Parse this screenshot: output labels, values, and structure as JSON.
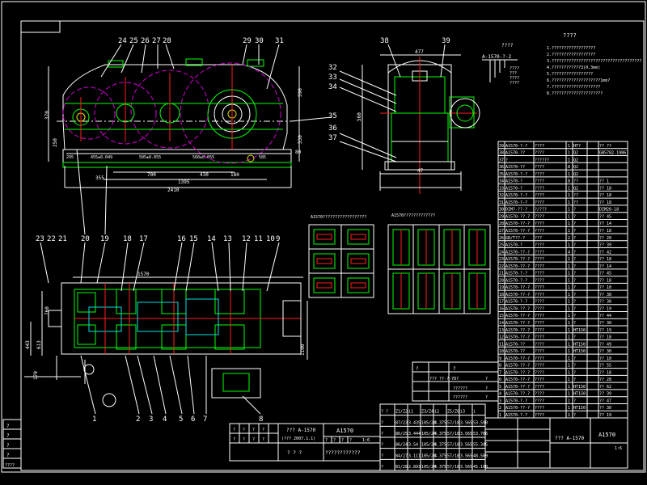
{
  "drawing": {
    "title_block_center": {
      "name": "??? A-1570",
      "sub": "(??? 2007.1.1)",
      "code": "A1570",
      "company": "????????????",
      "tiny_labels": [
        "?",
        "?",
        "?",
        "?",
        "?",
        "?",
        "?",
        "?",
        "?",
        "?",
        "?",
        "?"
      ],
      "scale": "1:6",
      "bottom": "? ? ?"
    },
    "title_block_right": {
      "name": "??? A-1570",
      "code": "A1570",
      "scale": "1:6"
    },
    "spec_header": "????",
    "spec_code": "A-1570-?-2",
    "spec_labels": [
      "????",
      "???",
      "????",
      "????"
    ],
    "tech_title": "????",
    "tech_notes": [
      "1.??????????????????",
      "2.??????????????????",
      "3.?????????????????????????????????????",
      "4.????????????3(0,3mm)",
      "5.?????????????????",
      "6.????????????????????1mm?",
      "7.????????????????????",
      "8.?????????????????????"
    ],
    "mid_table_title": "A1570-????????????",
    "mid_table": {
      "rows": [
        [
          "?",
          "?"
        ],
        [
          "??? ??-?-70?",
          "?"
        ],
        [
          "??????",
          "?"
        ],
        [
          "??????",
          "?"
        ]
      ]
    },
    "gear_table": {
      "headers": [
        "? ?",
        "Z1/Z2",
        "i1",
        "Z3/Z4",
        "i2",
        "Z5/Z6",
        "i3",
        "i"
      ],
      "rows": [
        [
          "?",
          "87/23",
          "3.435",
          "105/24",
          "4.375",
          "57/18",
          "3.565",
          "53.590"
        ],
        [
          "?",
          "86/25",
          "3.444",
          "105/24",
          "4.375",
          "57/18",
          "3.565",
          "53.766"
        ],
        [
          "?",
          "86/24",
          "3.54",
          "105/24",
          "4.375",
          "57/18",
          "3.565",
          "55.345"
        ],
        [
          "?",
          "84/27",
          "3.111",
          "105/24",
          "4.375",
          "57/18",
          "3.565",
          "48.509"
        ],
        [
          "?",
          "81/28",
          "2.893",
          "105/24",
          "4.375",
          "57/18",
          "3.565",
          "45.108"
        ]
      ]
    },
    "side_strip": [
      "?",
      "?",
      "?",
      "?",
      "????"
    ],
    "view_titles": [
      "A1570??????????????????",
      "A1570?????????????"
    ],
    "dims_top": [
      "24",
      "25",
      "26",
      "27",
      "28",
      "29",
      "30",
      "31",
      "295",
      "455±0.049",
      "505±0.055",
      "560±0.055",
      "585",
      "700",
      "430",
      "180",
      "1395",
      "2410",
      "355",
      "370",
      "590",
      "530",
      "250",
      "80"
    ],
    "dims_side": [
      "477",
      "38",
      "39",
      "32",
      "33",
      "34",
      "35",
      "36",
      "37",
      "560",
      "47"
    ],
    "dims_plan": [
      "1570",
      "760",
      "443",
      "613",
      "170",
      "1100"
    ],
    "part_numbers_top": [
      "23",
      "22",
      "21",
      "20",
      "19",
      "18",
      "17",
      "16",
      "15",
      "14",
      "13",
      "12",
      "11",
      "10",
      "9"
    ],
    "part_numbers_bottom": [
      "1",
      "2",
      "3",
      "4",
      "5",
      "6",
      "7",
      "8"
    ],
    "parts_list": [
      [
        "39",
        "A1570-?-?",
        "????",
        "1",
        "HT?",
        "",
        "?? ??"
      ],
      [
        "38",
        "A1570-??",
        "????",
        "1",
        "Q2",
        "",
        "GB5782-1986"
      ],
      [
        "37",
        "?",
        "??????",
        "1",
        "Q2",
        "",
        ""
      ],
      [
        "36",
        "A1570-??",
        "????",
        "8",
        "Q2",
        "",
        ""
      ],
      [
        "35",
        "A1570-?-?",
        "????",
        "1",
        "Q2",
        "",
        ""
      ],
      [
        "34",
        "A1570-?",
        "????",
        "8",
        "??",
        "",
        "?? 1"
      ],
      [
        "33",
        "A1570-?",
        "????",
        "1",
        "Q2",
        "",
        "?? 18"
      ],
      [
        "32",
        "A1570-?-?",
        "????",
        "1",
        "??",
        "",
        "?? 18"
      ],
      [
        "31",
        "A1570-?-?",
        "????",
        "1",
        "??",
        "",
        "?? 18"
      ],
      [
        "30",
        "DIM?-??-?",
        "?/???",
        "1",
        "?",
        "",
        "DIM20-18"
      ],
      [
        "29",
        "A1570-??-?",
        "????",
        "1",
        "?",
        "",
        "?? 45"
      ],
      [
        "28",
        "A1570-??-?",
        "????",
        "1",
        "?",
        "",
        "?? 14"
      ],
      [
        "27",
        "A1570-??-?",
        "????",
        "1",
        "?",
        "",
        "?? 18"
      ],
      [
        "26",
        "GB/T??-?",
        "???",
        "2",
        "?",
        "",
        "?? 20"
      ],
      [
        "25",
        "A1570-?",
        "????",
        "1",
        "?",
        "",
        "?? 39"
      ],
      [
        "24",
        "A1570-??-?",
        "????",
        "4",
        "?",
        "",
        "?? 42"
      ],
      [
        "23",
        "A1570-??-?",
        "????",
        "1",
        "?",
        "",
        "?? 18"
      ],
      [
        "22",
        "A1570-??-?",
        "????",
        "1",
        "?",
        "",
        "?? 14"
      ],
      [
        "21",
        "A1570-?-?",
        "????",
        "1",
        "?",
        "",
        "?? 45"
      ],
      [
        "20",
        "A1570-?-?",
        "????",
        "1",
        "?",
        "",
        "?? 18"
      ],
      [
        "19",
        "A1570-??-?",
        "????",
        "1",
        "?",
        "",
        "?? 10"
      ],
      [
        "18",
        "A1570-??-?",
        "????",
        "1",
        "?",
        "",
        "?? 38"
      ],
      [
        "17",
        "A1570-?-?",
        "????",
        "1",
        "?",
        "",
        "?? 38"
      ],
      [
        "16",
        "A1570-??-?",
        "????",
        "1",
        "?",
        "",
        "?? 19"
      ],
      [
        "15",
        "A1570-??-?",
        "????",
        "1",
        "?",
        "",
        "?? 44"
      ],
      [
        "14",
        "A1570-??-?",
        "????",
        "1",
        "?",
        "",
        "?? 30"
      ],
      [
        "13",
        "A1570-??-?",
        "????",
        "1",
        "HT150",
        "",
        "?? 19"
      ],
      [
        "12",
        "A1570-??-?",
        "????",
        "1",
        "?",
        "",
        "?? 18"
      ],
      [
        "11",
        "A1570-??",
        "????",
        "1",
        "HT150",
        "",
        "?? 49"
      ],
      [
        "10",
        "A1570-??",
        "????",
        "1",
        "HT150",
        "",
        "?? 30"
      ],
      [
        "9",
        "A1570-??-?",
        "????",
        "1",
        "?",
        "",
        "?? 10"
      ],
      [
        "8",
        "A1570-??-?",
        "????",
        "1",
        "?",
        "",
        "?? 55"
      ],
      [
        "7",
        "A1570-??-?",
        "????",
        "1",
        "?",
        "",
        "?? 18"
      ],
      [
        "6",
        "A1570-??-?",
        "????",
        "1",
        "?",
        "",
        "?? 28"
      ],
      [
        "5",
        "A1570-??-?",
        "????",
        "1",
        "HT150",
        "",
        "?? 62"
      ],
      [
        "4",
        "A1570-??-?",
        "????",
        "1",
        "HT150",
        "",
        "?? 39"
      ],
      [
        "3",
        "A1570-?-?",
        "????",
        "1",
        "?",
        "",
        "?? 47"
      ],
      [
        "2",
        "A1570-??-?",
        "????",
        "1",
        "HT150",
        "",
        "?? 30"
      ],
      [
        "1",
        "A1570-?-?",
        "????",
        "1",
        "?",
        "",
        "?? 19"
      ]
    ]
  }
}
